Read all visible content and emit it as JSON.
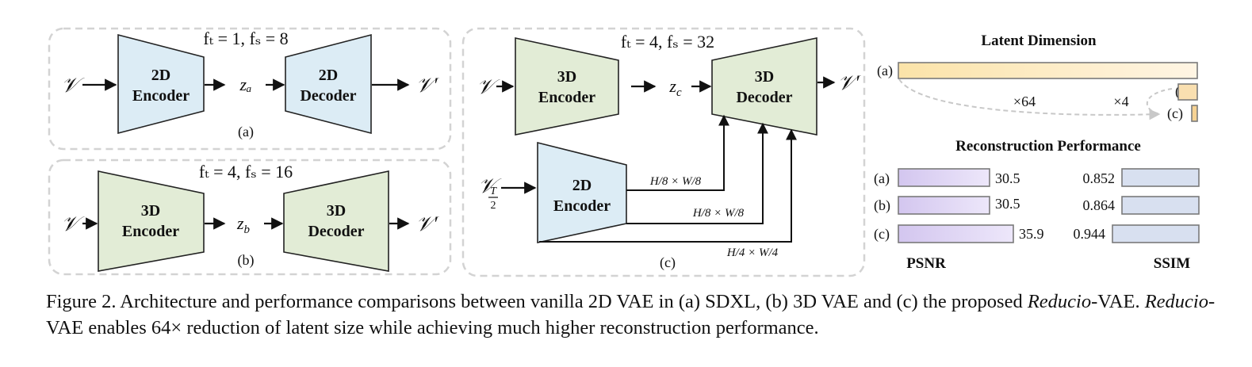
{
  "panels": {
    "a": {
      "label": "(a)",
      "factors": "fₜ = 1, fₛ = 8",
      "input": "𝒱",
      "encoder": [
        "2D",
        "Encoder"
      ],
      "latent": "zₐ",
      "decoder": [
        "2D",
        "Decoder"
      ],
      "output": "𝒱′"
    },
    "b": {
      "label": "(b)",
      "factors": "fₜ = 4, fₛ = 16",
      "input": "𝒱",
      "encoder": [
        "3D",
        "Encoder"
      ],
      "latent": "z_b",
      "decoder": [
        "3D",
        "Decoder"
      ],
      "output": "𝒱′"
    },
    "c": {
      "label": "(c)",
      "factors": "fₜ = 4, fₛ = 32",
      "input": "𝒱",
      "encoder": [
        "3D",
        "Encoder"
      ],
      "latent": "z_c",
      "decoder": [
        "3D",
        "Decoder"
      ],
      "output": "𝒱′",
      "frame_input": "𝒱",
      "frame_sub_top": "T",
      "frame_sub_bottom": "2",
      "encoder2d": [
        "2D",
        "Encoder"
      ],
      "skips": [
        "H/8 × W/8",
        "H/8 × W/8",
        "H/4 × W/4"
      ]
    }
  },
  "latent_dimension": {
    "title": "Latent Dimension",
    "rows": [
      {
        "label": "(a)",
        "size": 4096
      },
      {
        "label": "(b)",
        "size": 256
      },
      {
        "label": "(c)",
        "size": 64
      }
    ],
    "ratio_total": "×64",
    "ratio_bc": "×4"
  },
  "reconstruction": {
    "title": "Reconstruction Performance",
    "psnr_label": "PSNR",
    "ssim_label": "SSIM",
    "rows": [
      {
        "label": "(a)",
        "psnr": "30.5",
        "ssim": "0.852"
      },
      {
        "label": "(b)",
        "psnr": "30.5",
        "ssim": "0.864"
      },
      {
        "label": "(c)",
        "psnr": "35.9",
        "ssim": "0.944"
      }
    ]
  },
  "caption": {
    "part1": "Figure 2.  Architecture and performance comparisons between vanilla 2D VAE in (a) SDXL, (b) 3D VAE and (c) the proposed ",
    "italic1": "Reducio",
    "part2": "-VAE. ",
    "italic2": "Reducio",
    "part3": "-VAE enables 64× reduction of latent size while achieving much higher reconstruction performance."
  },
  "colors": {
    "blue_fill": "#dcecf5",
    "green_fill": "#e2ecd6",
    "panel_border": "#d3d3d3",
    "orange_light": "#fdeec9",
    "orange_dark": "#f6d293",
    "purple": "#d9cdf0",
    "ssim_fill": "#d8e0f0"
  }
}
